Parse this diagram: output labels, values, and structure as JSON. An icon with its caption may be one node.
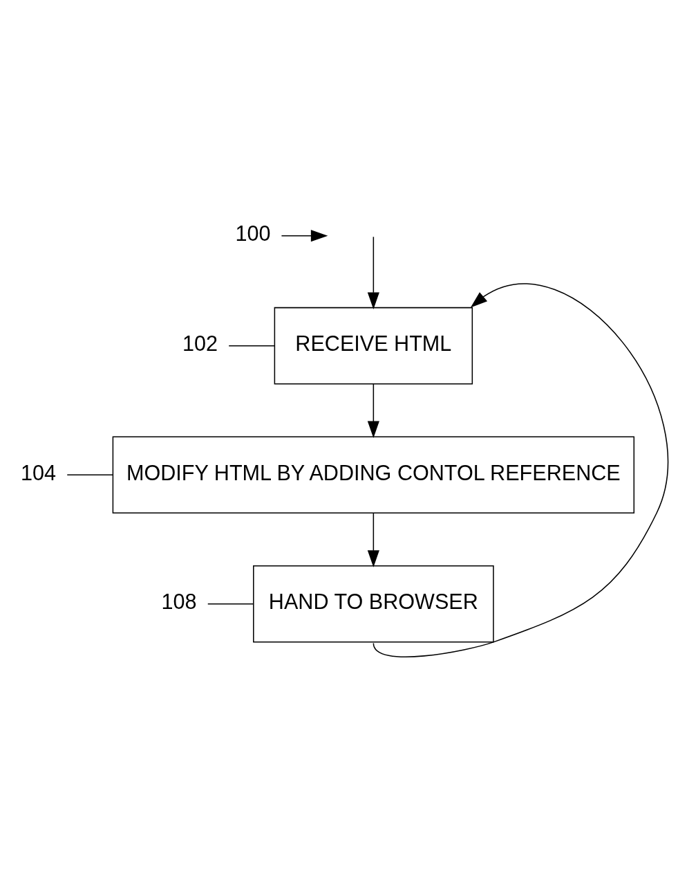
{
  "diagram": {
    "nodes": [
      {
        "text": [
          "100"
        ]
      },
      {
        "text": [
          "RECEIVE HTML"
        ]
      },
      {
        "text": [
          "102"
        ]
      },
      {
        "text": [
          "MODIFY HTML BY ADDING CONTOL REFERENCE"
        ]
      },
      {
        "text": [
          "104"
        ]
      },
      {
        "text": [
          "HAND TO BROWSER"
        ]
      },
      {
        "text": [
          "108"
        ]
      }
    ],
    "edges": [
      {
        "from": null,
        "to": 1,
        "arrow": "to"
      },
      {
        "from": 1,
        "to": 3,
        "arrow": "to"
      },
      {
        "from": 3,
        "to": 5,
        "arrow": "to"
      },
      {
        "from": 5,
        "to": 1,
        "arrow": "to"
      },
      {
        "from": 0,
        "to": null,
        "arrow": "to"
      },
      {
        "from": 2,
        "to": 1,
        "arrow": "none"
      },
      {
        "from": 4,
        "to": 3,
        "arrow": "none"
      },
      {
        "from": 6,
        "to": 5,
        "arrow": "none"
      }
    ]
  }
}
